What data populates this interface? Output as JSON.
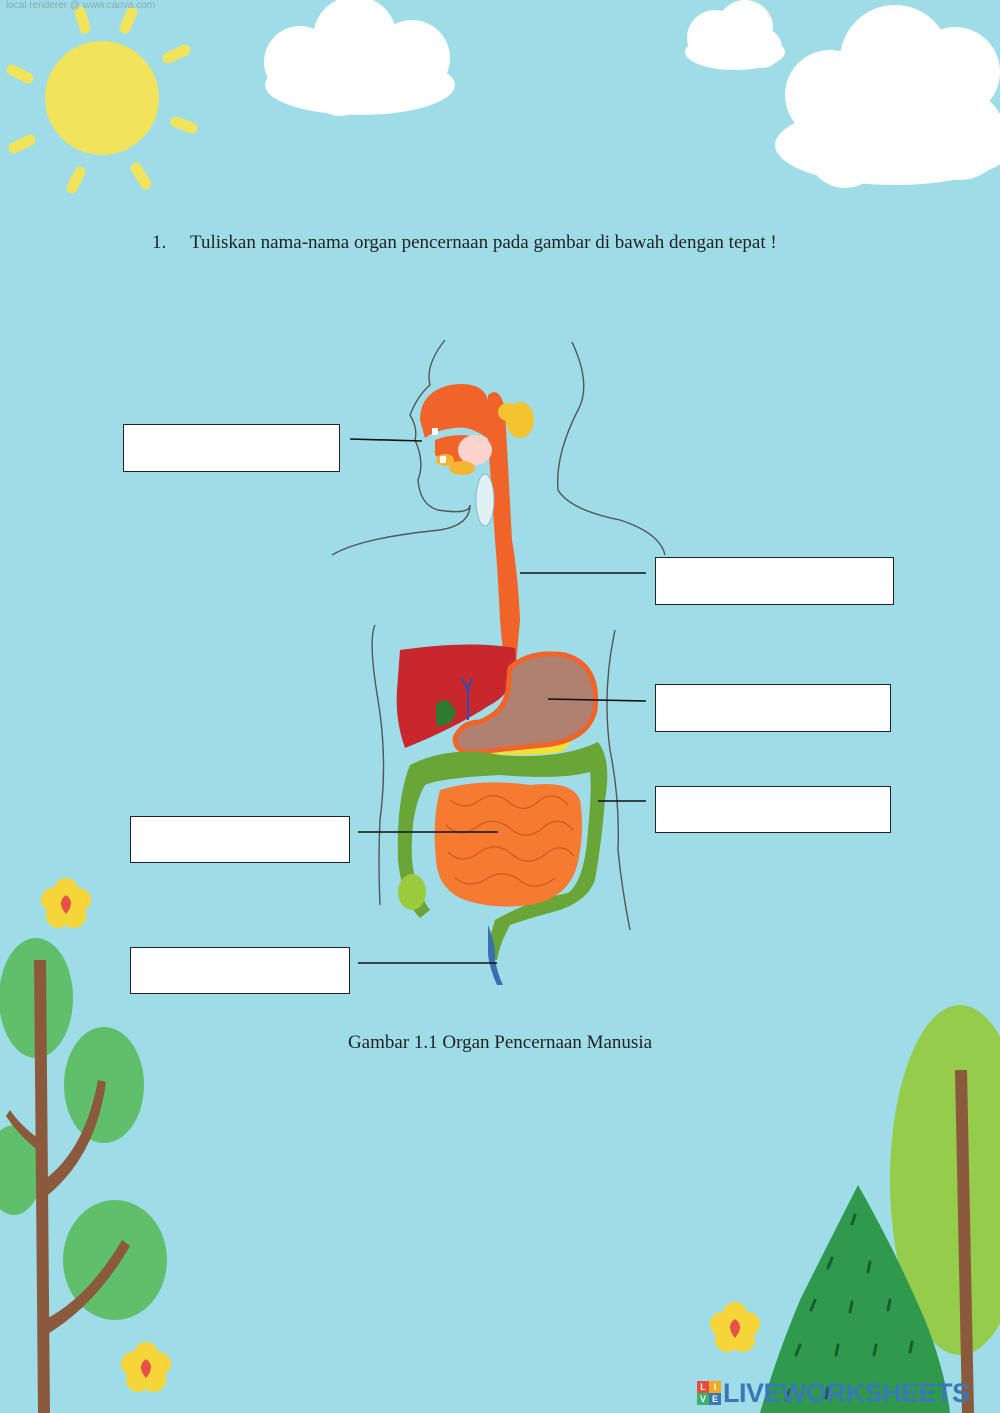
{
  "watermark": "local renderer @ www.canva.com",
  "question": {
    "number": "1.",
    "text": "Tuliskan nama-nama organ pencernaan pada gambar di bawah dengan tepat !"
  },
  "caption": "Gambar 1.1 Organ Pencernaan Manusia",
  "answer_boxes": [
    {
      "value": ""
    },
    {
      "value": ""
    },
    {
      "value": ""
    },
    {
      "value": ""
    },
    {
      "value": ""
    },
    {
      "value": ""
    }
  ],
  "brand": {
    "logo_letters": [
      "L",
      "I",
      "V",
      "E"
    ],
    "text": "LIVEWORKSHEETS"
  },
  "colors": {
    "background": "#9edde8",
    "sun": "#f2e35c",
    "cloud": "#ffffff",
    "esophagus": "#f0642a",
    "liver": "#c8272e",
    "stomach": "#b08070",
    "small_intestine": "#f57a32",
    "large_intestine": "#6aa538",
    "rectum": "#3a6fb0",
    "tree_green": "#5fbf6a",
    "pine": "#2f9a4e",
    "trunk": "#8b5a3c",
    "flower": "#f6d53a",
    "brand": "#3a78b5"
  }
}
